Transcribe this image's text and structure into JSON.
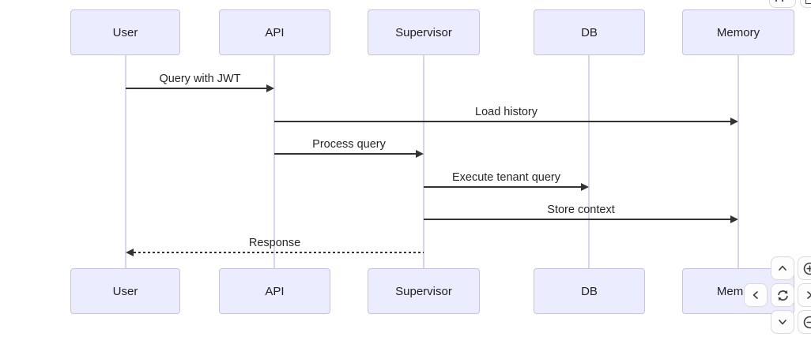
{
  "diagram": {
    "type": "sequence",
    "actors": [
      {
        "id": "user",
        "label": "User"
      },
      {
        "id": "api",
        "label": "API"
      },
      {
        "id": "supervisor",
        "label": "Supervisor"
      },
      {
        "id": "db",
        "label": "DB"
      },
      {
        "id": "memory",
        "label": "Memory"
      }
    ],
    "messages": [
      {
        "from": "User",
        "to": "API",
        "label": "Query with JWT",
        "line": "solid"
      },
      {
        "from": "API",
        "to": "Memory",
        "label": "Load history",
        "line": "solid"
      },
      {
        "from": "API",
        "to": "Supervisor",
        "label": "Process query",
        "line": "solid"
      },
      {
        "from": "Supervisor",
        "to": "DB",
        "label": "Execute tenant query",
        "line": "solid"
      },
      {
        "from": "Supervisor",
        "to": "Memory",
        "label": "Store context",
        "line": "solid"
      },
      {
        "from": "Supervisor",
        "to": "User",
        "label": "Response",
        "line": "dashed"
      }
    ]
  },
  "controls": {
    "buttons": [
      {
        "name": "pan-up",
        "icon": "chevron-up-icon"
      },
      {
        "name": "pan-left",
        "icon": "chevron-left-icon"
      },
      {
        "name": "reset-view",
        "icon": "refresh-icon"
      },
      {
        "name": "pan-right",
        "icon": "chevron-right-icon"
      },
      {
        "name": "pan-down",
        "icon": "chevron-down-icon"
      },
      {
        "name": "zoom-in",
        "icon": "plus-circle-icon"
      },
      {
        "name": "zoom-out",
        "icon": "minus-circle-icon"
      }
    ]
  },
  "colors": {
    "actor_fill": "#ECECFF",
    "actor_border": "#c6c2e4",
    "lifeline": "#d8d4f2",
    "arrow": "#333333",
    "text": "#262626",
    "button_bg": "#fdfdfe",
    "button_border": "#d9d9dc"
  }
}
